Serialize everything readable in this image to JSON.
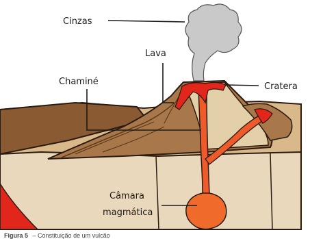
{
  "labels": {
    "ash": "Cinzas",
    "lava": "Lava",
    "vent": "Chaminé",
    "crater": "Cratera",
    "chamber_line1": "Câmara",
    "chamber_line2": "magmática"
  },
  "caption": {
    "figure": "Figura 5",
    "text": "– Constituição de um vulcão"
  }
}
